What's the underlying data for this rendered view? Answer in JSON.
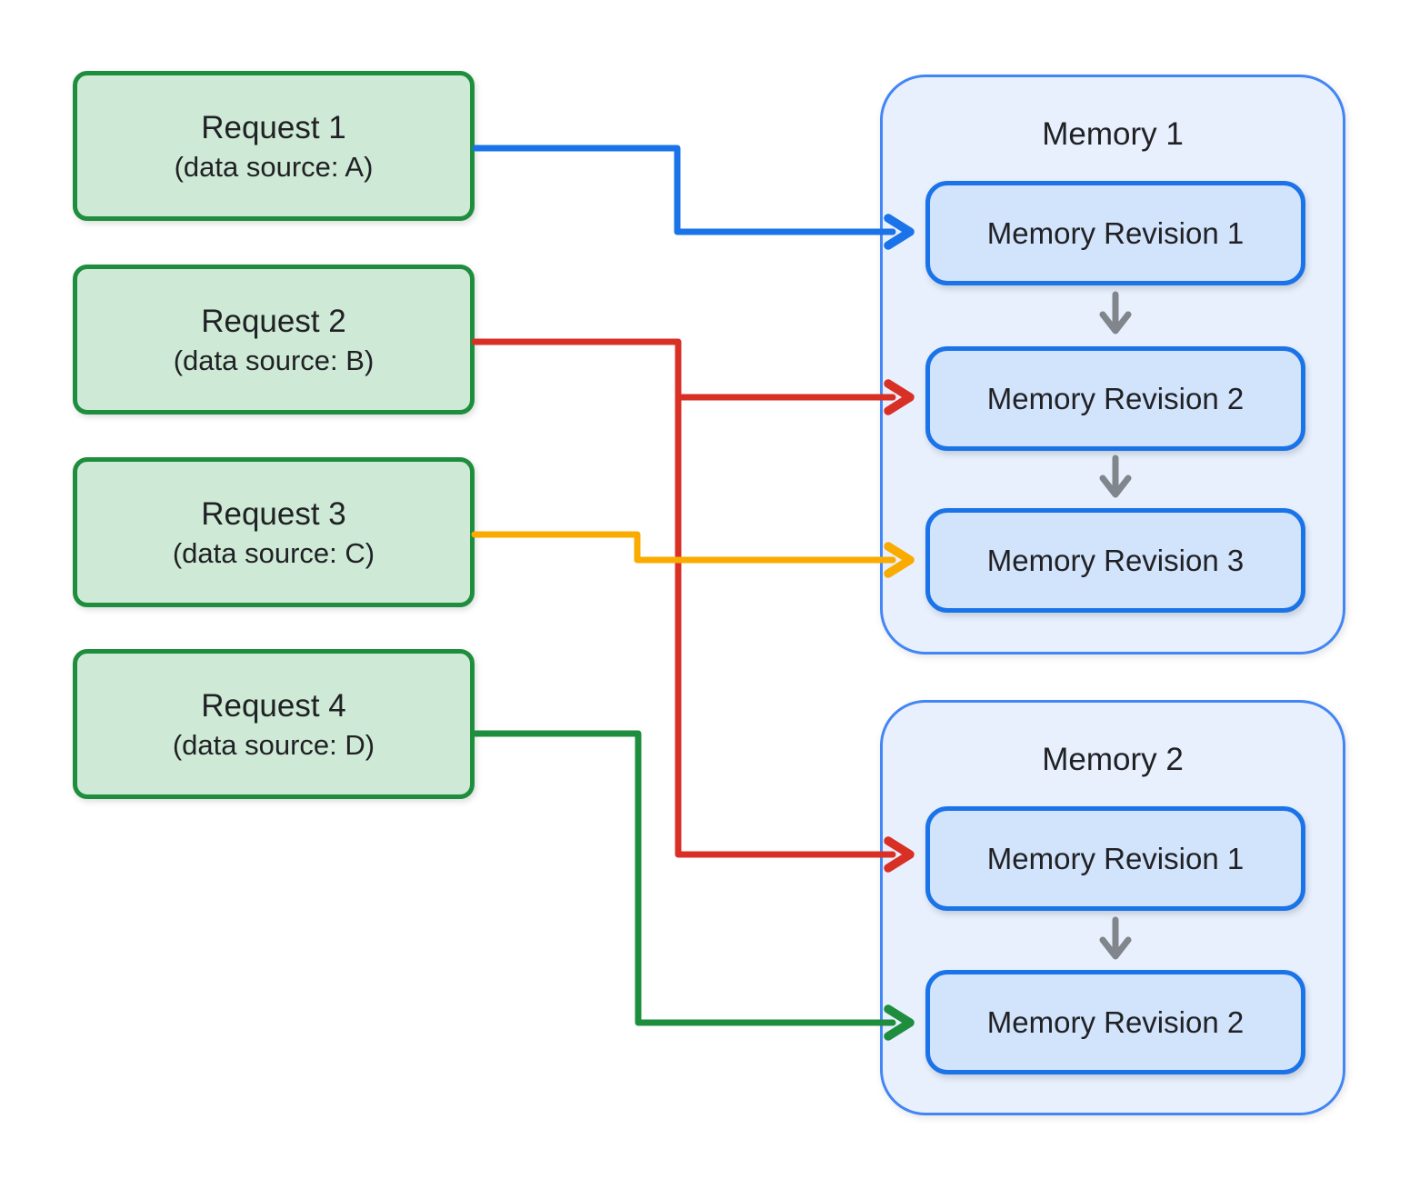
{
  "colors": {
    "blue": "#1a73e8",
    "red": "#d93025",
    "yellow": "#f9ab00",
    "green": "#1e8e3e",
    "gray": "#80868b",
    "text": "#202124",
    "background": "#ffffff",
    "request-fill": "#ceead6",
    "request-border": "#1e8e3e",
    "memory-fill": "#e8f0fe",
    "memory-border": "#4285f4",
    "revision-fill": "#d2e3fc",
    "revision-border": "#1a73e8"
  },
  "requests": [
    {
      "title": "Request 1",
      "subtitle": "(data source: A)"
    },
    {
      "title": "Request 2",
      "subtitle": "(data source: B)"
    },
    {
      "title": "Request 3",
      "subtitle": "(data source: C)"
    },
    {
      "title": "Request 4",
      "subtitle": "(data source: D)"
    }
  ],
  "memories": [
    {
      "title": "Memory 1",
      "revisions": [
        "Memory Revision 1",
        "Memory Revision 2",
        "Memory Revision 3"
      ]
    },
    {
      "title": "Memory 2",
      "revisions": [
        "Memory Revision 1",
        "Memory Revision 2"
      ]
    }
  ],
  "edges": [
    {
      "from": "Request 1",
      "to": [
        "Memory 1 / Memory Revision 1"
      ],
      "color_name": "blue",
      "color": "#1a73e8"
    },
    {
      "from": "Request 2",
      "to": [
        "Memory 1 / Memory Revision 2",
        "Memory 2 / Memory Revision 1"
      ],
      "color_name": "red",
      "color": "#d93025"
    },
    {
      "from": "Request 3",
      "to": [
        "Memory 1 / Memory Revision 3"
      ],
      "color_name": "yellow",
      "color": "#f9ab00"
    },
    {
      "from": "Request 4",
      "to": [
        "Memory 2 / Memory Revision 2"
      ],
      "color_name": "green",
      "color": "#1e8e3e"
    }
  ]
}
